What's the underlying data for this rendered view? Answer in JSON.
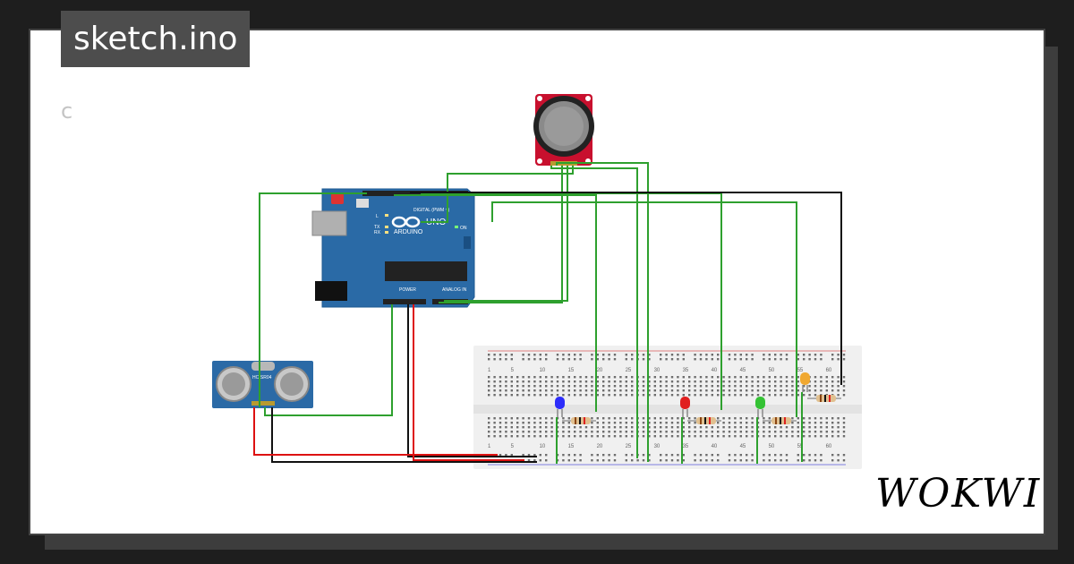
{
  "project": {
    "title": "sketch.ino",
    "file_initial": "c"
  },
  "brand": {
    "logo_text": "WOKWI"
  },
  "arduino": {
    "label_uno": "UNO",
    "label_brand": "ARDUINO",
    "label_digital": "DIGITAL (PWM ~)",
    "label_power": "POWER",
    "label_analog": "ANALOG IN",
    "label_on": "ON",
    "label_l": "L",
    "label_tx": "TX",
    "label_rx": "RX",
    "color_board": "#2a6aa6"
  },
  "sensor": {
    "label": "HC-SR04"
  },
  "breadboard": {
    "column_numbers": [
      "1",
      "5",
      "10",
      "15",
      "20",
      "25",
      "30",
      "35",
      "40",
      "45",
      "50",
      "55",
      "60"
    ]
  },
  "leds": [
    {
      "name": "blue-led",
      "color": "#2d2dfa"
    },
    {
      "name": "red-led",
      "color": "#e02020"
    },
    {
      "name": "green-led",
      "color": "#34c234"
    },
    {
      "name": "yellow-led",
      "color": "#f0a830"
    }
  ],
  "wire_colors": {
    "signal": "#2ea02e",
    "ground": "#111111",
    "power": "#dd1111"
  },
  "joystick": {
    "color_board": "#c8102e"
  }
}
